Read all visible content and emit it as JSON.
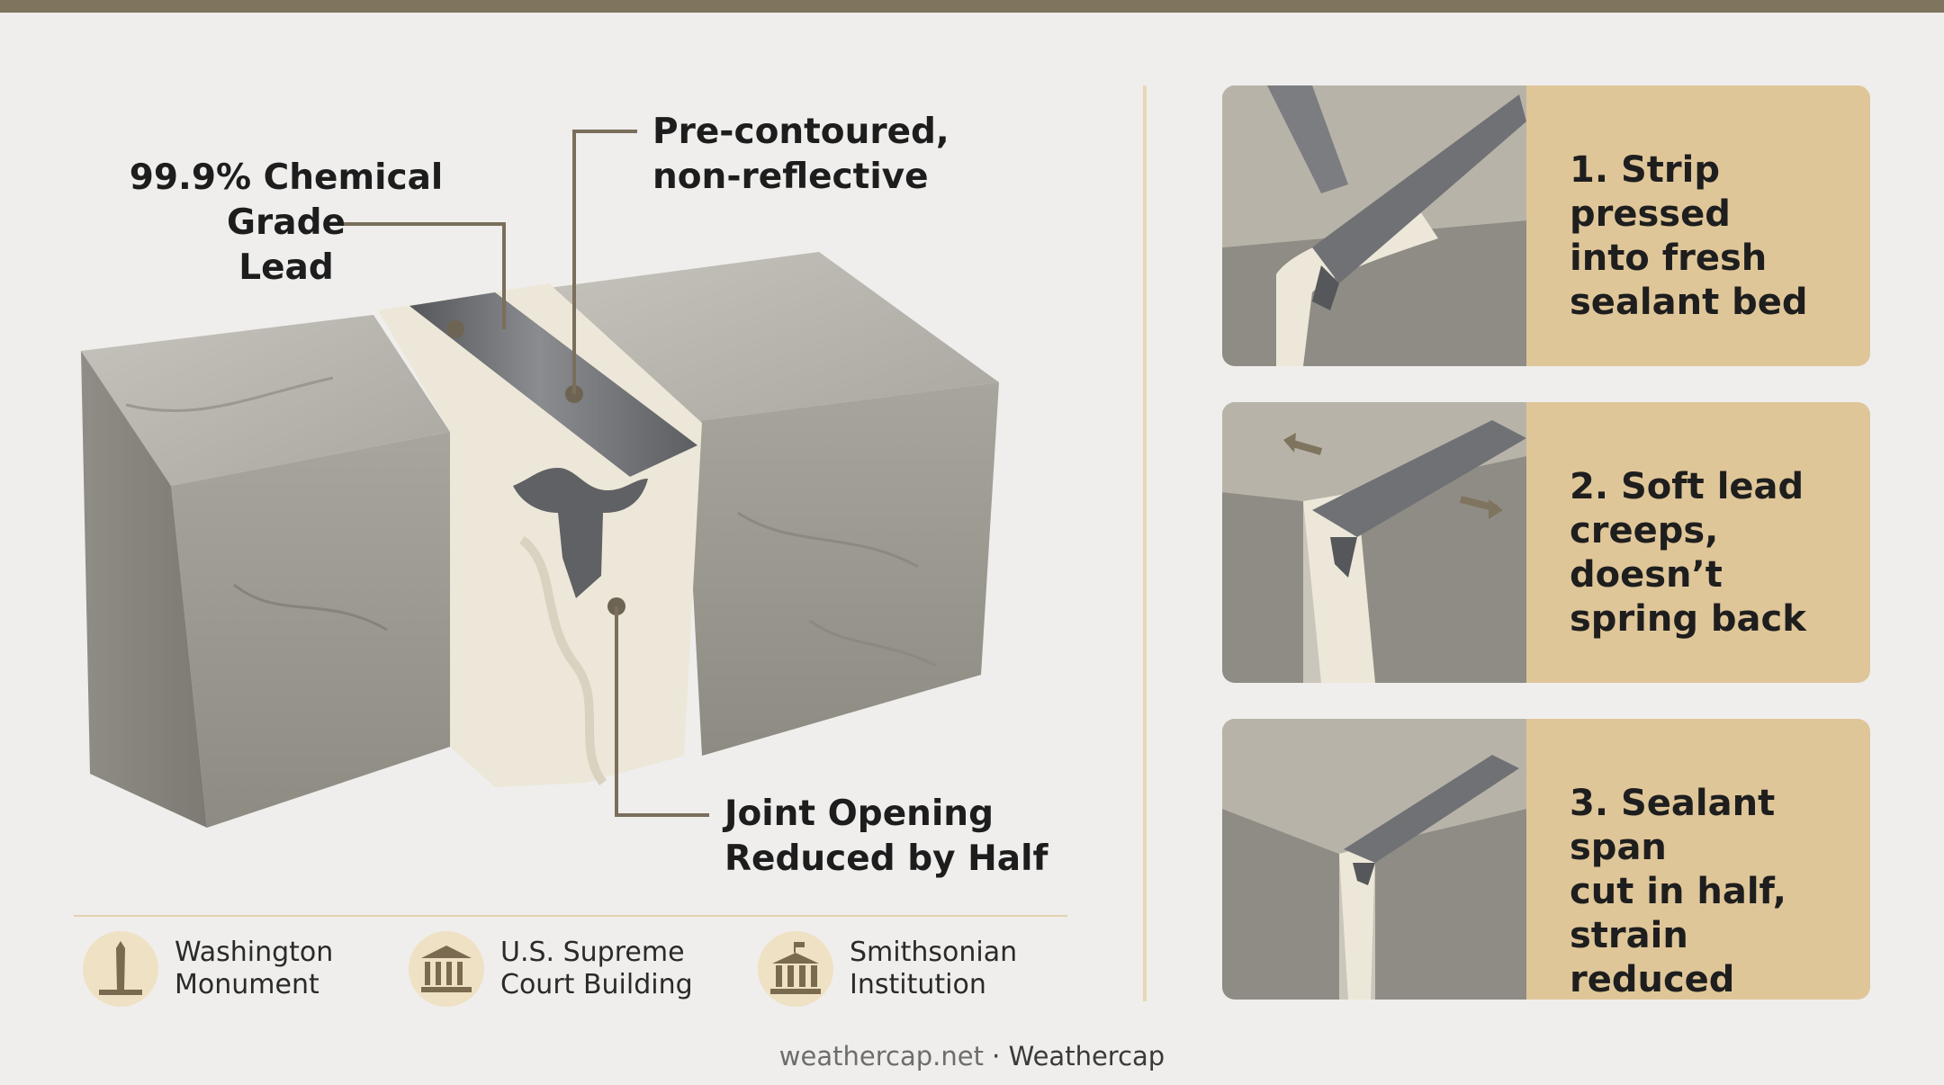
{
  "callouts": {
    "lead": "99.9% Chemical Grade\nLead",
    "contour": "Pre-contoured,\nnon-reflective",
    "joint": "Joint Opening\nReduced by Half"
  },
  "landmarks": [
    {
      "icon": "monument-icon",
      "label": "Washington\nMonument"
    },
    {
      "icon": "courthouse-icon",
      "label": "U.S. Supreme\nCourt Building"
    },
    {
      "icon": "museum-icon",
      "label": "Smithsonian\nInstitution"
    }
  ],
  "steps": [
    {
      "label": "1. Strip pressed\ninto fresh\nsealant bed"
    },
    {
      "label": "2. Soft lead\ncreeps, doesn’t\nspring back"
    },
    {
      "label": "3. Sealant span\ncut in half,\nstrain reduced"
    }
  ],
  "footer": {
    "site": "weathercap.net",
    "sep": " · ",
    "brand": "Weathercap"
  },
  "colors": {
    "accent": "#dfc699",
    "topbar": "#7f745e",
    "lead": "#6b6d70",
    "sealant": "#ece7d8",
    "stone": "#a8a69e"
  }
}
